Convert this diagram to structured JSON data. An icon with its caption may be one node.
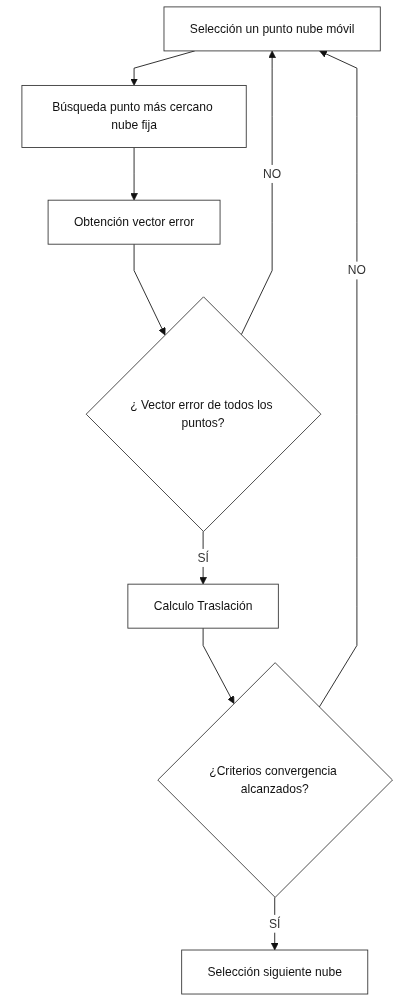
{
  "diagram": {
    "nodes": [
      {
        "text": [
          "Selección un punto nube móvil"
        ]
      },
      {
        "text": [
          "Búsqueda punto más cercano nube fija"
        ]
      },
      {
        "text": [
          "Obtención vector error"
        ]
      },
      {
        "text": [
          "¿ Vector error de todos los puntos?"
        ]
      },
      {
        "text": [
          "Calculo Traslación"
        ]
      },
      {
        "text": [
          "¿Criterios convergencia alcanzados?"
        ]
      },
      {
        "text": [
          "Selección siguiente nube"
        ]
      }
    ],
    "edges": [
      {
        "from": 0,
        "to": 1,
        "arrow": "to"
      },
      {
        "from": 1,
        "to": 2,
        "arrow": "to"
      },
      {
        "from": 2,
        "to": 3,
        "arrow": "to"
      },
      {
        "from": 3,
        "to": 0,
        "arrow": "to",
        "label": "NO"
      },
      {
        "from": 3,
        "to": 4,
        "arrow": "to",
        "label": "SÍ"
      },
      {
        "from": 4,
        "to": 5,
        "arrow": "to"
      },
      {
        "from": 5,
        "to": 0,
        "arrow": "to",
        "label": "NO"
      },
      {
        "from": 5,
        "to": 6,
        "arrow": "to",
        "label": "SÍ"
      }
    ]
  }
}
